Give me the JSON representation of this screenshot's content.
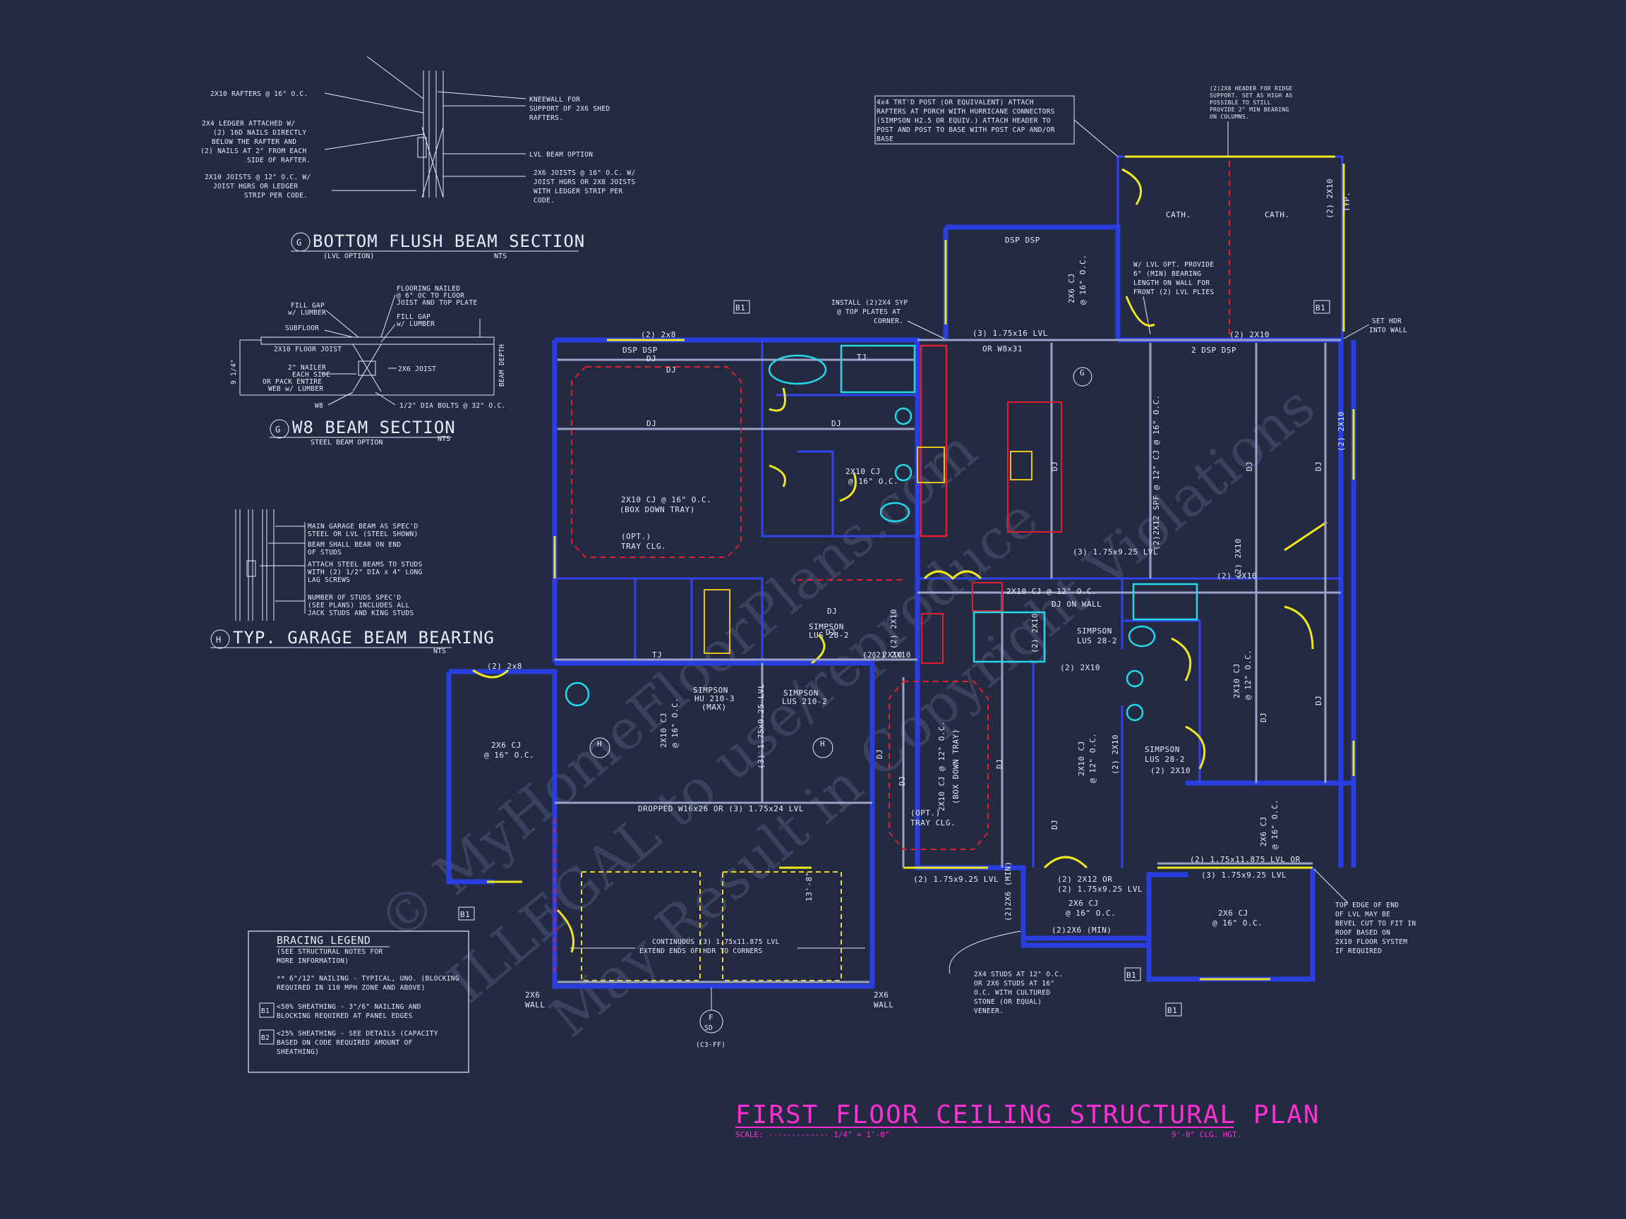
{
  "plan_title": "FIRST FLOOR CEILING STRUCTURAL PLAN",
  "scale_label": "SCALE: ------------- 1/4\" = 1'-0\"",
  "ceiling_height": "9'-0\" CLG. HGT.",
  "watermark_line1": "© MyHomeFloorPlans.com",
  "watermark_line2": "ILLEGAL to use/reproduce",
  "watermark_line3": "May Result in Copyright Violations",
  "section_g_bottom": {
    "tag": "G",
    "title": "BOTTOM FLUSH BEAM SECTION",
    "subtitle": "(LVL OPTION)",
    "nts": "NTS",
    "notes_left": [
      "2X10 RAFTERS @ 16\" O.C.",
      "2X4 LEDGER ATTACHED W/",
      "(2) 16D NAILS DIRECTLY",
      "BELOW THE RAFTER AND",
      "(2) NAILS AT 2\" FROM EACH",
      "SIDE OF RAFTER.",
      "2X10 JOISTS @ 12\" O.C. W/",
      "JOIST HGRS OR LEDGER",
      "STRIP PER CODE."
    ],
    "notes_right": [
      "KNEEWALL FOR",
      "SUPPORT OF 2X6 SHED",
      "RAFTERS.",
      "LVL BEAM OPTION",
      "2X6 JOISTS @ 16\" O.C. W/",
      "JOIST HGRS OR 2X8 JOISTS",
      "WITH LEDGER STRIP PER",
      "CODE."
    ]
  },
  "section_g_w8": {
    "tag": "G",
    "title": "W8 BEAM SECTION",
    "subtitle": "STEEL BEAM OPTION",
    "nts": "NTS",
    "notes": [
      "FLOORING NAILED",
      "@ 6\" OC TO FLOOR",
      "JOIST AND TOP PLATE",
      "FILL GAP",
      "w/ LUMBER",
      "SUBFLOOR",
      "FILL GAP",
      "w/ LUMBER",
      "2X10 FLOOR JOIST",
      "2X6 JOIST",
      "2\" NAILER",
      "EACH SIDE",
      "OR PACK ENTIRE",
      "WEB w/ LUMBER",
      "W8",
      "1/2\" DIA BOLTS @ 32\" O.C.",
      "9 1/4\"",
      "BEAM DEPTH"
    ]
  },
  "section_h": {
    "tag": "H",
    "title": "TYP. GARAGE BEAM BEARING",
    "nts": "NTS",
    "notes": [
      "MAIN GARAGE BEAM AS SPEC'D",
      "STEEL OR LVL (STEEL SHOWN)",
      "BEAM SHALL BEAR ON END",
      "OF STUDS",
      "ATTACH STEEL BEAMS TO STUDS",
      "WITH (2) 1/2\" DIA x 4\" LONG",
      "LAG SCREWS",
      "NUMBER OF STUDS SPEC'D",
      "(SEE PLANS) INCLUDES ALL",
      "JACK STUDS AND KING STUDS"
    ]
  },
  "bracing_legend": {
    "title": "BRACING LEGEND",
    "lines": [
      "(SEE STRUCTURAL NOTES FOR",
      "MORE INFORMATION)",
      "** 6\"/12\" NAILING - TYPICAL, UNO. (BLOCKING",
      "REQUIRED IN 110 MPH ZONE AND ABOVE)"
    ],
    "b1_tag": "B1",
    "b1_lines": [
      "<50% SHEATHING - 3\"/6\" NAILING AND",
      "BLOCKING REQUIRED AT PANEL EDGES"
    ],
    "b2_tag": "B2",
    "b2_lines": [
      "<25% SHEATHING - SEE DETAILS (CAPACITY",
      "BASED ON CODE REQUIRED AMOUNT OF",
      "SHEATHING)"
    ]
  },
  "callouts": {
    "porch_post": [
      "4x4 TRT'D POST (OR EQUIVALENT) ATTACH",
      "RAFTERS AT PORCH WITH HURRICANE CONNECTORS",
      "(SIMPSON H2.5 OR EQUIV.) ATTACH HEADER TO",
      "POST AND POST TO BASE WITH POST CAP AND/OR",
      "BASE"
    ],
    "ridge_header": [
      "(2)2X8 HEADER FOR RIDGE",
      "SUPPORT. SET AS HIGH AS",
      "POSSIBLE TO STILL",
      "PROVIDE 2\" MIN BEARING",
      "ON COLUMNS."
    ],
    "install_plates": [
      "INSTALL (2)2X4 SYP",
      "@ TOP PLATES AT",
      "CORNER."
    ],
    "lvl_option": [
      "W/ LVL OPT. PROVIDE",
      "6\" (MIN) BEARING",
      "LENGTH ON WALL FOR",
      "FRONT (2) LVL PLIES"
    ],
    "set_hdr": [
      "SET HDR",
      "INTO WALL"
    ],
    "top_edge": [
      "TOP EDGE OF END",
      "OF LVL MAY BE",
      "BEVEL CUT TO FIT IN",
      "ROOF BASED ON",
      "2X10 FLOOR SYSTEM",
      "IF REQUIRED"
    ],
    "studs": [
      "2X4 STUDS AT 12\" O.C.",
      "OR 2X6 STUDS AT 16\"",
      "O.C. WITH CULTURED",
      "STONE (OR EQUAL)",
      "VENEER."
    ],
    "continuous": [
      "CONTINUOUS (3) 1.75x11.875 LVL",
      "EXTEND ENDS OF HDR TO CORNERS"
    ]
  },
  "plan_labels": {
    "cath1": "CATH.",
    "cath2": "CATH.",
    "dsp_top": "DSP   DSP",
    "typ": "TYP.",
    "rafter_2x10_porch": "(2) 2X10",
    "lvl_1_75x16": "(3) 1.75x16 LVL",
    "or_w8x31": "OR W8x31",
    "cj_2x6_porch": "2X6 CJ",
    "cj_16": "@ 16\" O.C.",
    "dsp_left": "DSP   DSP",
    "hdr_2x8_top": "(2) 2x8",
    "dj": "DJ",
    "tj": "TJ",
    "cj_2x10_16": "2X10 CJ @ 16\" O.C.",
    "box_down_tray": "(BOX DOWN TRAY)",
    "opt_tray": "(OPT.)",
    "tray_clg": "TRAY CLG.",
    "cj_2x10_bath": "2X10 CJ",
    "cj_2x10_bath2": "@ 16\" O.C.",
    "lvl_1_75x9_25": "(3) 1.75x9.25 LVL",
    "cj_2x10_12": "2X10 CJ @ 12\" O.C.",
    "dj_on_wall": "DJ ON WALL",
    "hdr_2x10": "(2) 2X10",
    "dsp_right": "2   DSP   DSP",
    "cj_2x12_16": "(2)2X12 SPF @ 12\" CJ @ 16\" O.C.",
    "simpson_lus28_a": "SIMPSON",
    "simpson_lus28_b": "LUS 28-2",
    "simpson_hu": "SIMPSON",
    "simpson_hu2": "HU 210-3",
    "simpson_hu3": "(MAX)",
    "simpson_lus210": "SIMPSON",
    "simpson_lus210b": "LUS 210-2",
    "cj_2x6_garage": "2X6 CJ",
    "cj_2x6_garage2": "@ 16\" O.C.",
    "cj_2x10_garage": "2X10 CJ",
    "cj_2x10_garage2": "@ 16\" O.C.",
    "lvl_1_75x9_25_v": "(3) 1.75x9.25 LVL",
    "dropped_beam": "DROPPED W16x26 OR (3) 1.75x24 LVL",
    "cj_2x10_12b": "2X10 CJ @ 12\" O.C.",
    "cj_2x10_12c": "2X10 CJ",
    "cj_2x10_12c2": "@ 12\" O.C.",
    "simpson_lus28c": "SIMPSON",
    "simpson_lus28c2": "LUS 28-2",
    "hdr_2x10b": "(2) 2X10",
    "lvl_1_75x11_875": "(2) 1.75x11.875 LVL OR",
    "lvl_1_75x9_25b": "(3) 1.75x9.25 LVL",
    "lvl_1_75x9_25c": "(2) 1.75x9.25 LVL",
    "hdr_2x12": "(2) 2X12 OR",
    "cj_2x6_16_front": "2X6 CJ",
    "cj_2x6_16_front2": "@ 16\" O.C.",
    "hdr_2x6_min": "(2)2X6 (MIN)",
    "hdr_2x6_min_v": "(2)2X6 (MIN)",
    "cj_2x6_16_right": "2X6 CJ",
    "cj_2x6_16_right2": "@ 16\" O.C.",
    "cj_2x10_12_right": "2X10 CJ",
    "cj_2x10_12_right2": "@ 12\" O.C.",
    "cj_2x6_right": "2X6 CJ",
    "cj_2x6_right2": "@ 16\" O.C.",
    "wall_2x6_left": "2X6",
    "wall_2x6_left2": "WALL",
    "wall_2x6_right": "2X6",
    "wall_2x6_right2": "WALL",
    "garage_dim": "13'-8\"",
    "section_f": "F",
    "section_f_sheet": "SD",
    "section_f_ref": "(C3-FF)",
    "hdr_2x8_garage": "(2) 2x8",
    "hdr_2x10_bottom": "(2) 2X10",
    "b1": "B1",
    "dj_v": "DJ"
  },
  "colors": {
    "background": "#232a42",
    "wall": "#2a3de0",
    "beam": "#9aa3c8",
    "red_dashed": "#e01f2f",
    "yellow": "#f0e81e",
    "cyan": "#23d8e8",
    "title_magenta": "#ff2fd6"
  }
}
